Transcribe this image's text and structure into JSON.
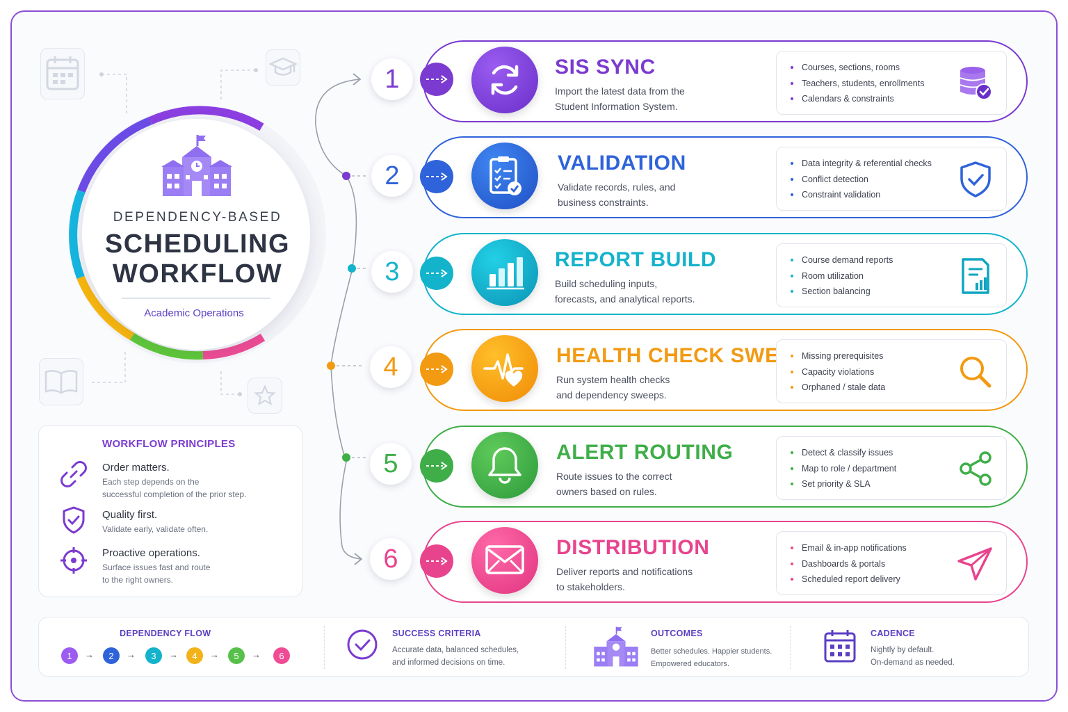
{
  "hero": {
    "subtitle": "DEPENDENCY-BASED",
    "title_line1": "SCHEDULING",
    "title_line2": "WORKFLOW",
    "tagline": "Academic Operations"
  },
  "principles": {
    "heading": "WORKFLOW PRINCIPLES",
    "items": [
      {
        "title": "Order matters.",
        "desc_line1": "Each step depends on the",
        "desc_line2": "successful completion of the prior step.",
        "icon": "chain-link-icon"
      },
      {
        "title": "Quality first.",
        "desc_line1": "Validate early, validate often.",
        "desc_line2": "",
        "icon": "shield-check-icon"
      },
      {
        "title": "Proactive operations.",
        "desc_line1": "Surface issues fast and route",
        "desc_line2": "to the right owners.",
        "icon": "target-icon"
      }
    ]
  },
  "steps": [
    {
      "number": "1",
      "title": "SIS SYNC",
      "desc_line1": "Import the latest data from the",
      "desc_line2": "Student Information System.",
      "color": "#7b3bd0",
      "bullets": [
        "Courses, sections, rooms",
        "Teachers, students, enrollments",
        "Calendars & constraints"
      ],
      "main_icon": "sync-icon",
      "side_icon": "database-check-icon"
    },
    {
      "number": "2",
      "title": "VALIDATION",
      "desc_line1": "Validate records, rules, and",
      "desc_line2": "business constraints.",
      "color": "#2f63d9",
      "bullets": [
        "Data integrity & referential checks",
        "Conflict detection",
        "Constraint validation"
      ],
      "main_icon": "clipboard-check-icon",
      "side_icon": "shield-check-icon"
    },
    {
      "number": "3",
      "title": "REPORT BUILD",
      "desc_line1": "Build scheduling inputs,",
      "desc_line2": "forecasts, and analytical reports.",
      "color": "#14b3cc",
      "bullets": [
        "Course demand reports",
        "Room utilization",
        "Section balancing"
      ],
      "main_icon": "bar-chart-icon",
      "side_icon": "report-document-icon"
    },
    {
      "number": "4",
      "title": "HEALTH CHECK SWEEP",
      "desc_line1": "Run system health checks",
      "desc_line2": "and dependency sweeps.",
      "color": "#f29a12",
      "bullets": [
        "Missing prerequisites",
        "Capacity violations",
        "Orphaned / stale data"
      ],
      "main_icon": "heartbeat-icon",
      "side_icon": "magnifier-icon"
    },
    {
      "number": "5",
      "title": "ALERT ROUTING",
      "desc_line1": "Route issues to the correct",
      "desc_line2": "owners based on rules.",
      "color": "#3fae49",
      "bullets": [
        "Detect & classify issues",
        "Map to role / department",
        "Set priority & SLA"
      ],
      "main_icon": "bell-icon",
      "side_icon": "share-nodes-icon"
    },
    {
      "number": "6",
      "title": "DISTRIBUTION",
      "desc_line1": "Deliver reports and notifications",
      "desc_line2": "to stakeholders.",
      "color": "#e8448e",
      "bullets": [
        "Email & in-app notifications",
        "Dashboards & portals",
        "Scheduled report delivery"
      ],
      "main_icon": "envelope-icon",
      "side_icon": "paper-plane-icon"
    }
  ],
  "bottom": {
    "flow": {
      "heading": "DEPENDENCY FLOW",
      "nums": [
        "1",
        "2",
        "3",
        "4",
        "5",
        "6"
      ]
    },
    "success": {
      "heading": "SUCCESS CRITERIA",
      "line1": "Accurate data, balanced schedules,",
      "line2": "and informed decisions on time."
    },
    "outcomes": {
      "heading": "OUTCOMES",
      "line1": "Better schedules. Happier students.",
      "line2": "Empowered educators."
    },
    "cadence": {
      "heading": "CADENCE",
      "line1": "Nightly by default.",
      "line2": "On-demand as needed."
    }
  },
  "colors": {
    "purple": "#7b3bd0",
    "blue": "#2f63d9",
    "cyan": "#14b3cc",
    "orange": "#f29a12",
    "green": "#3fae49",
    "pink": "#e8448e"
  }
}
